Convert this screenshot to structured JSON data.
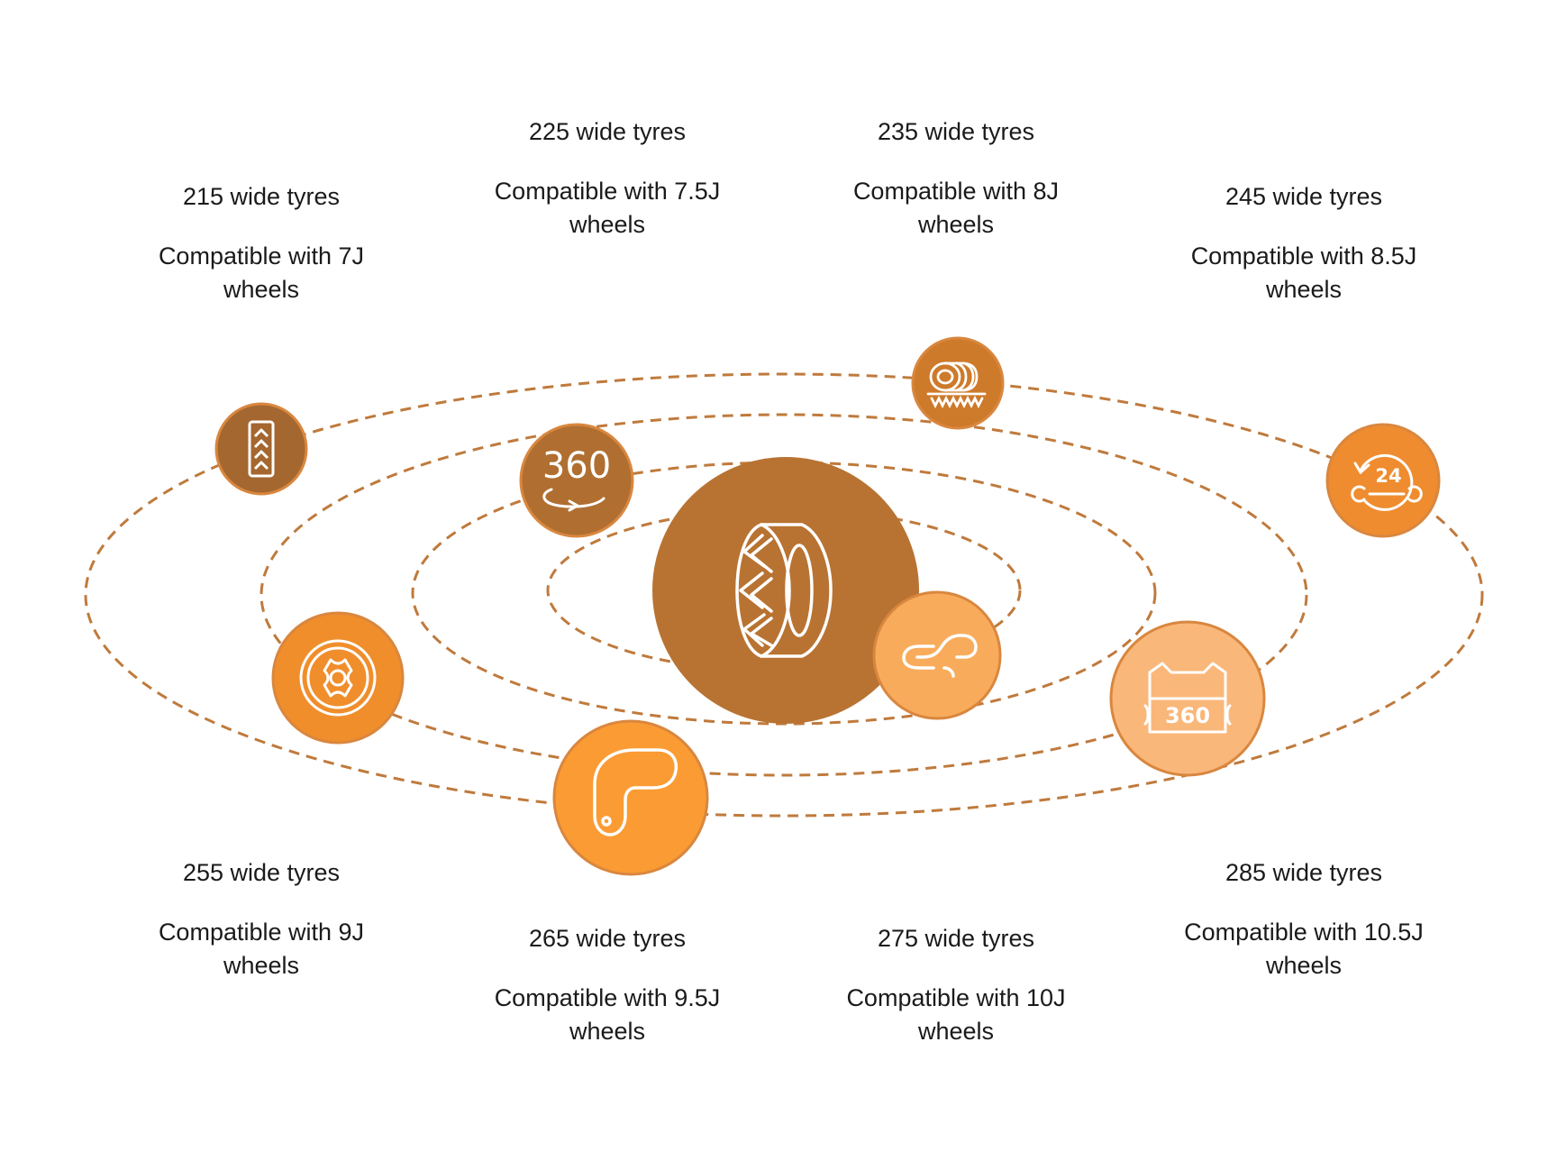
{
  "colors": {
    "orbit": "#BF7A3C",
    "node_border": "#D9873F",
    "center_fill": "#B87332",
    "icon_stroke": "#ffffff"
  },
  "center": {
    "icon": "tyre-icon"
  },
  "nodes": [
    {
      "id": "tread-depth",
      "icon": "tread-depth-icon",
      "fill": "#A4672F"
    },
    {
      "id": "rotation-360",
      "icon": "rotation-360-icon",
      "fill": "#B06F31"
    },
    {
      "id": "tyre-rolls",
      "icon": "tyre-rolls-icon",
      "fill": "#CE7A2B"
    },
    {
      "id": "service-24h",
      "icon": "service-24-icon",
      "fill": "#EF8C2F"
    },
    {
      "id": "rim",
      "icon": "rim-icon",
      "fill": "#F08E2C"
    },
    {
      "id": "chain-link",
      "icon": "link-icon",
      "fill": "#F8AC5B"
    },
    {
      "id": "track",
      "icon": "track-icon",
      "fill": "#FB9B33"
    },
    {
      "id": "tyre-360-view",
      "icon": "tyre-360-view-icon",
      "fill": "#FAB77A"
    }
  ],
  "labels": [
    {
      "id": "215",
      "title": "215 wide tyres",
      "desc": [
        "Compatible with 7J",
        "wheels"
      ]
    },
    {
      "id": "225",
      "title": "225 wide tyres",
      "desc": [
        "Compatible with 7.5J",
        "wheels"
      ]
    },
    {
      "id": "235",
      "title": "235 wide tyres",
      "desc": [
        "Compatible with 8J",
        "wheels"
      ]
    },
    {
      "id": "245",
      "title": "245 wide tyres",
      "desc": [
        "Compatible with 8.5J",
        "wheels"
      ]
    },
    {
      "id": "255",
      "title": "255 wide tyres",
      "desc": [
        "Compatible with 9J",
        "wheels"
      ]
    },
    {
      "id": "265",
      "title": "265 wide tyres",
      "desc": [
        "Compatible with 9.5J",
        "wheels"
      ]
    },
    {
      "id": "275",
      "title": "275 wide tyres",
      "desc": [
        "Compatible with 10J",
        "wheels"
      ]
    },
    {
      "id": "285",
      "title": "285 wide tyres",
      "desc": [
        "Compatible with 10.5J",
        "wheels"
      ]
    }
  ]
}
